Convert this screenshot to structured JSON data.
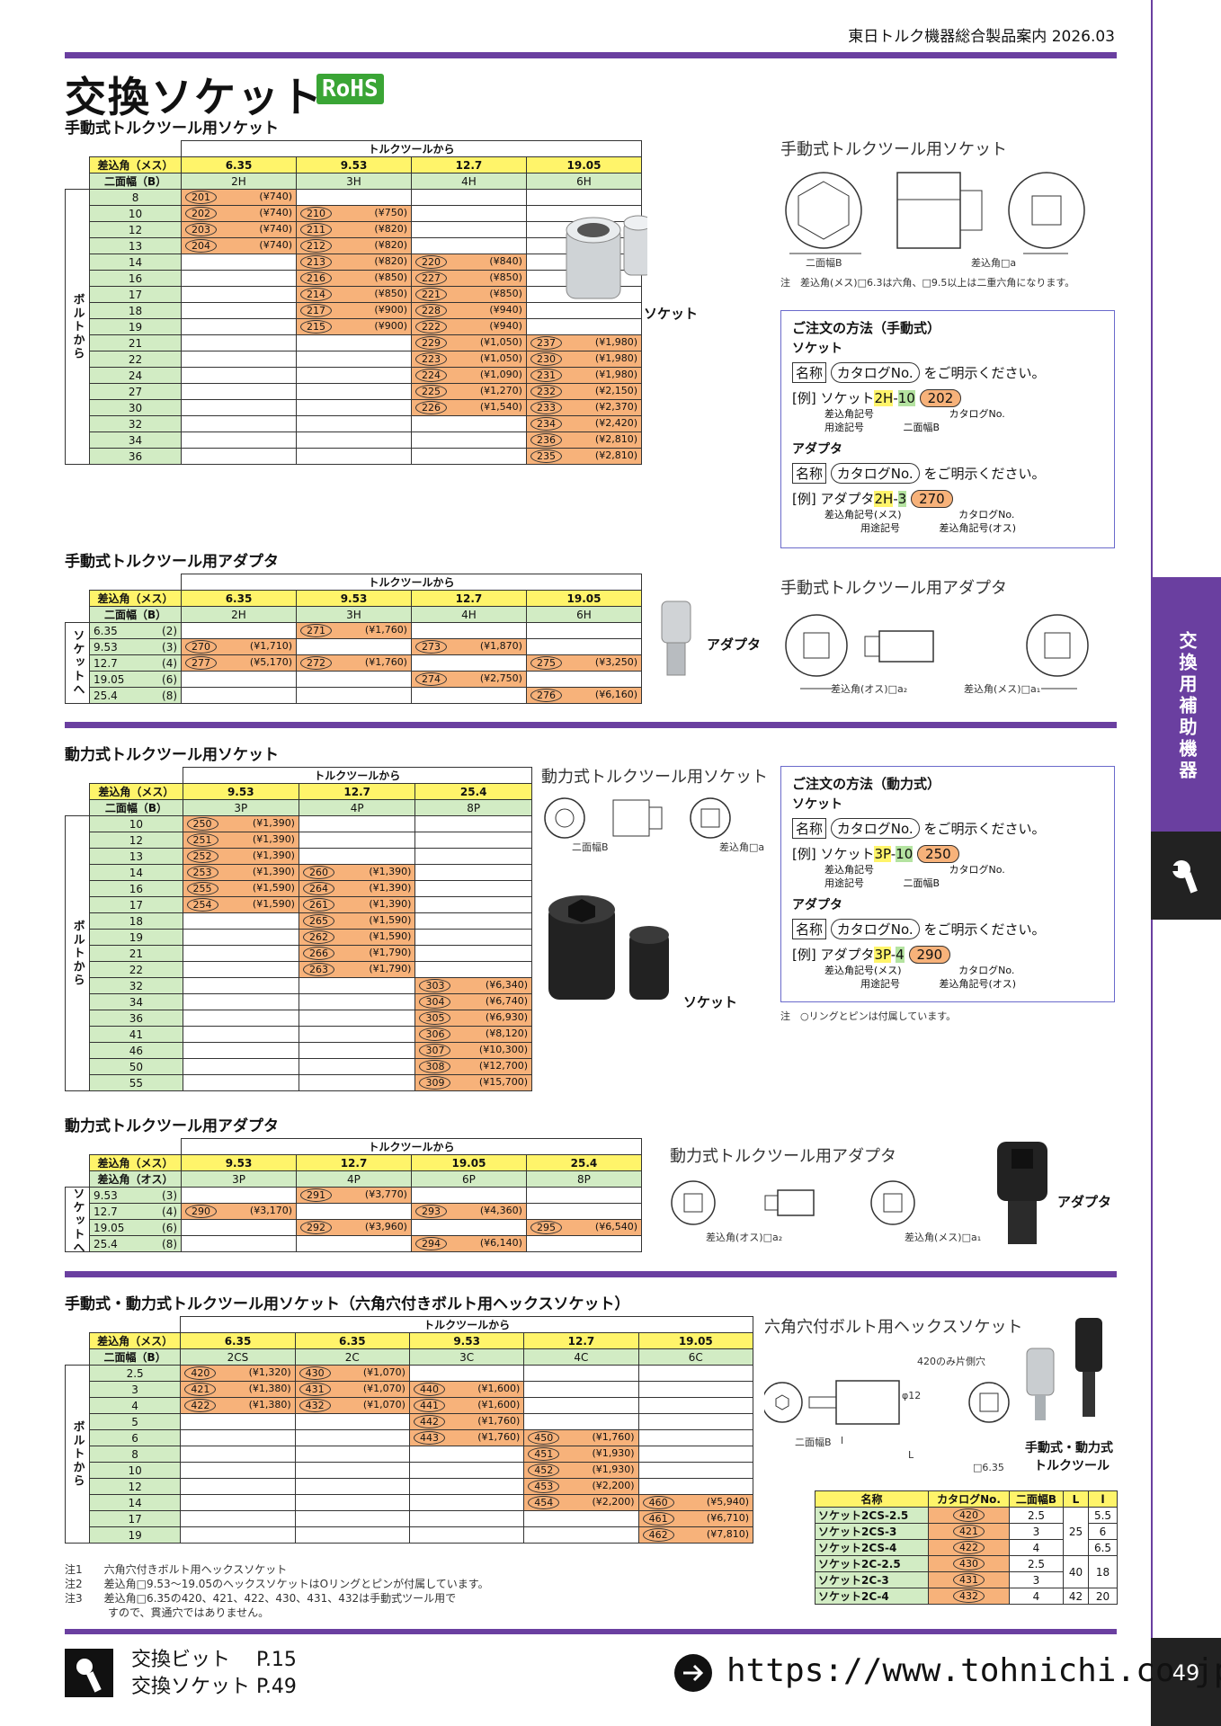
{
  "header": {
    "catalog": "東日トルク機器総合製品案内 2026.03"
  },
  "page": {
    "title": "交換ソケット",
    "rohs": "RoHS",
    "number": "49"
  },
  "tab": {
    "label": "交換用補助機器"
  },
  "common": {
    "from_tool": "トルクツールから",
    "insert_female": "差込角（メス）",
    "insert_male": "差込角（オス）",
    "width_b": "二面幅（B）",
    "from_bolt": "ボルトから",
    "to_socket": "ソケットへ"
  },
  "sec1": {
    "title": "手動式トルクツール用ソケット",
    "cols": [
      {
        "size": "6.35",
        "code": "2H"
      },
      {
        "size": "9.53",
        "code": "3H"
      },
      {
        "size": "12.7",
        "code": "4H"
      },
      {
        "size": "19.05",
        "code": "6H"
      }
    ],
    "rows": [
      {
        "b": "8",
        "c": [
          [
            "201",
            "(¥740)"
          ],
          null,
          null,
          null
        ]
      },
      {
        "b": "10",
        "c": [
          [
            "202",
            "(¥740)"
          ],
          [
            "210",
            "(¥750)"
          ],
          null,
          null
        ]
      },
      {
        "b": "12",
        "c": [
          [
            "203",
            "(¥740)"
          ],
          [
            "211",
            "(¥820)"
          ],
          null,
          null
        ]
      },
      {
        "b": "13",
        "c": [
          [
            "204",
            "(¥740)"
          ],
          [
            "212",
            "(¥820)"
          ],
          null,
          null
        ]
      },
      {
        "b": "14",
        "c": [
          null,
          [
            "213",
            "(¥820)"
          ],
          [
            "220",
            "(¥840)"
          ],
          null
        ]
      },
      {
        "b": "16",
        "c": [
          null,
          [
            "216",
            "(¥850)"
          ],
          [
            "227",
            "(¥850)"
          ],
          null
        ]
      },
      {
        "b": "17",
        "c": [
          null,
          [
            "214",
            "(¥850)"
          ],
          [
            "221",
            "(¥850)"
          ],
          null
        ]
      },
      {
        "b": "18",
        "c": [
          null,
          [
            "217",
            "(¥900)"
          ],
          [
            "228",
            "(¥940)"
          ],
          null
        ]
      },
      {
        "b": "19",
        "c": [
          null,
          [
            "215",
            "(¥900)"
          ],
          [
            "222",
            "(¥940)"
          ],
          null
        ]
      },
      {
        "b": "21",
        "c": [
          null,
          null,
          [
            "229",
            "(¥1,050)"
          ],
          [
            "237",
            "(¥1,980)"
          ]
        ]
      },
      {
        "b": "22",
        "c": [
          null,
          null,
          [
            "223",
            "(¥1,050)"
          ],
          [
            "230",
            "(¥1,980)"
          ]
        ]
      },
      {
        "b": "24",
        "c": [
          null,
          null,
          [
            "224",
            "(¥1,090)"
          ],
          [
            "231",
            "(¥1,980)"
          ]
        ]
      },
      {
        "b": "27",
        "c": [
          null,
          null,
          [
            "225",
            "(¥1,270)"
          ],
          [
            "232",
            "(¥2,150)"
          ]
        ]
      },
      {
        "b": "30",
        "c": [
          null,
          null,
          [
            "226",
            "(¥1,540)"
          ],
          [
            "233",
            "(¥2,370)"
          ]
        ]
      },
      {
        "b": "32",
        "c": [
          null,
          null,
          null,
          [
            "234",
            "(¥2,420)"
          ]
        ]
      },
      {
        "b": "34",
        "c": [
          null,
          null,
          null,
          [
            "236",
            "(¥2,810)"
          ]
        ]
      },
      {
        "b": "36",
        "c": [
          null,
          null,
          null,
          [
            "235",
            "(¥2,810)"
          ]
        ]
      }
    ],
    "product_label": "ソケット",
    "diagram_title": "手動式トルクツール用ソケット",
    "diagram_b": "二面幅B",
    "diagram_a": "差込角□a",
    "note": "注　差込角(メス)□6.3は六角、□9.5以上は二重六角になります。"
  },
  "order_manual": {
    "title": "ご注文の方法（手動式）",
    "socket": "ソケット",
    "name_box": "名称",
    "catalog_oval": "カタログNo.",
    "specify": "をご明示ください。",
    "ex_socket_prefix": "[例] ソケット",
    "ex_socket_code_a": "2H",
    "ex_socket_dash": "-",
    "ex_socket_code_b": "10",
    "ex_socket_no": "202",
    "lbl_insert": "差込角記号",
    "lbl_use": "用途記号",
    "lbl_width": "二面幅B",
    "lbl_catalog": "カタログNo.",
    "adapter": "アダプタ",
    "ex_adapter_prefix": "[例] アダプタ",
    "ex_adapter_code_a": "2H",
    "ex_adapter_code_b": "3",
    "ex_adapter_no": "270",
    "lbl_insert_f": "差込角記号(メス)",
    "lbl_insert_m": "差込角記号(オス)"
  },
  "sec2": {
    "title": "手動式トルクツール用アダプタ",
    "cols": [
      {
        "size": "6.35",
        "code": "2H"
      },
      {
        "size": "9.53",
        "code": "3H"
      },
      {
        "size": "12.7",
        "code": "4H"
      },
      {
        "size": "19.05",
        "code": "6H"
      }
    ],
    "rows": [
      {
        "b": "6.35",
        "k": "(2)",
        "c": [
          null,
          [
            "271",
            "(¥1,760)"
          ],
          null,
          null
        ]
      },
      {
        "b": "9.53",
        "k": "(3)",
        "c": [
          [
            "270",
            "(¥1,710)"
          ],
          null,
          [
            "273",
            "(¥1,870)"
          ],
          null
        ]
      },
      {
        "b": "12.7",
        "k": "(4)",
        "c": [
          [
            "277",
            "(¥5,170)"
          ],
          [
            "272",
            "(¥1,760)"
          ],
          null,
          [
            "275",
            "(¥3,250)"
          ]
        ]
      },
      {
        "b": "19.05",
        "k": "(6)",
        "c": [
          null,
          null,
          [
            "274",
            "(¥2,750)"
          ],
          null
        ]
      },
      {
        "b": "25.4",
        "k": "(8)",
        "c": [
          null,
          null,
          null,
          [
            "276",
            "(¥6,160)"
          ]
        ]
      }
    ],
    "product_label": "アダプタ",
    "diagram_title": "手動式トルクツール用アダプタ",
    "diagram_a2": "差込角(オス)□a₂",
    "diagram_a1": "差込角(メス)□a₁"
  },
  "sec3": {
    "title": "動力式トルクツール用ソケット",
    "cols": [
      {
        "size": "9.53",
        "code": "3P"
      },
      {
        "size": "12.7",
        "code": "4P"
      },
      {
        "size": "25.4",
        "code": "8P"
      }
    ],
    "rows": [
      {
        "b": "10",
        "c": [
          [
            "250",
            "(¥1,390)"
          ],
          null,
          null
        ]
      },
      {
        "b": "12",
        "c": [
          [
            "251",
            "(¥1,390)"
          ],
          null,
          null
        ]
      },
      {
        "b": "13",
        "c": [
          [
            "252",
            "(¥1,390)"
          ],
          null,
          null
        ]
      },
      {
        "b": "14",
        "c": [
          [
            "253",
            "(¥1,390)"
          ],
          [
            "260",
            "(¥1,390)"
          ],
          null
        ]
      },
      {
        "b": "16",
        "c": [
          [
            "255",
            "(¥1,590)"
          ],
          [
            "264",
            "(¥1,390)"
          ],
          null
        ]
      },
      {
        "b": "17",
        "c": [
          [
            "254",
            "(¥1,590)"
          ],
          [
            "261",
            "(¥1,390)"
          ],
          null
        ]
      },
      {
        "b": "18",
        "c": [
          null,
          [
            "265",
            "(¥1,590)"
          ],
          null
        ]
      },
      {
        "b": "19",
        "c": [
          null,
          [
            "262",
            "(¥1,590)"
          ],
          null
        ]
      },
      {
        "b": "21",
        "c": [
          null,
          [
            "266",
            "(¥1,790)"
          ],
          null
        ]
      },
      {
        "b": "22",
        "c": [
          null,
          [
            "263",
            "(¥1,790)"
          ],
          null
        ]
      },
      {
        "b": "32",
        "c": [
          null,
          null,
          [
            "303",
            "(¥6,340)"
          ]
        ]
      },
      {
        "b": "34",
        "c": [
          null,
          null,
          [
            "304",
            "(¥6,740)"
          ]
        ]
      },
      {
        "b": "36",
        "c": [
          null,
          null,
          [
            "305",
            "(¥6,930)"
          ]
        ]
      },
      {
        "b": "41",
        "c": [
          null,
          null,
          [
            "306",
            "(¥8,120)"
          ]
        ]
      },
      {
        "b": "46",
        "c": [
          null,
          null,
          [
            "307",
            "(¥10,300)"
          ]
        ]
      },
      {
        "b": "50",
        "c": [
          null,
          null,
          [
            "308",
            "(¥12,700)"
          ]
        ]
      },
      {
        "b": "55",
        "c": [
          null,
          null,
          [
            "309",
            "(¥15,700)"
          ]
        ]
      }
    ],
    "product_label": "ソケット",
    "diagram_title": "動力式トルクツール用ソケット",
    "diagram_b": "二面幅B",
    "diagram_a": "差込角□a"
  },
  "order_power": {
    "title": "ご注文の方法（動力式）",
    "socket": "ソケット",
    "name_box": "名称",
    "catalog_oval": "カタログNo.",
    "specify": "をご明示ください。",
    "ex_socket_prefix": "[例] ソケット",
    "ex_socket_code_a": "3P",
    "ex_socket_dash": "-",
    "ex_socket_code_b": "10",
    "ex_socket_no": "250",
    "lbl_insert": "差込角記号",
    "lbl_use": "用途記号",
    "lbl_width": "二面幅B",
    "lbl_catalog": "カタログNo.",
    "adapter": "アダプタ",
    "ex_adapter_prefix": "[例] アダプタ",
    "ex_adapter_code_a": "3P",
    "ex_adapter_code_b": "4",
    "ex_adapter_no": "290",
    "lbl_insert_f": "差込角記号(メス)",
    "lbl_insert_m": "差込角記号(オス)",
    "note": "注　○リングとピンは付属しています。"
  },
  "sec4": {
    "title": "動力式トルクツール用アダプタ",
    "cols": [
      {
        "size": "9.53",
        "code": "3P"
      },
      {
        "size": "12.7",
        "code": "4P"
      },
      {
        "size": "19.05",
        "code": "6P"
      },
      {
        "size": "25.4",
        "code": "8P"
      }
    ],
    "rows": [
      {
        "b": "9.53",
        "k": "(3)",
        "c": [
          null,
          [
            "291",
            "(¥3,770)"
          ],
          null,
          null
        ]
      },
      {
        "b": "12.7",
        "k": "(4)",
        "c": [
          [
            "290",
            "(¥3,170)"
          ],
          null,
          [
            "293",
            "(¥4,360)"
          ],
          null
        ]
      },
      {
        "b": "19.05",
        "k": "(6)",
        "c": [
          null,
          [
            "292",
            "(¥3,960)"
          ],
          null,
          [
            "295",
            "(¥6,540)"
          ]
        ]
      },
      {
        "b": "25.4",
        "k": "(8)",
        "c": [
          null,
          null,
          [
            "294",
            "(¥6,140)"
          ],
          null
        ]
      }
    ],
    "product_label": "アダプタ",
    "diagram_title": "動力式トルクツール用アダプタ",
    "diagram_a2": "差込角(オス)□a₂",
    "diagram_a1": "差込角(メス)□a₁"
  },
  "sec5": {
    "title": "手動式・動力式トルクツール用ソケット（六角穴付きボルト用ヘックスソケット）",
    "cols": [
      {
        "size": "6.35",
        "code": "2CS"
      },
      {
        "size": "6.35",
        "code": "2C"
      },
      {
        "size": "9.53",
        "code": "3C"
      },
      {
        "size": "12.7",
        "code": "4C"
      },
      {
        "size": "19.05",
        "code": "6C"
      }
    ],
    "rows": [
      {
        "b": "2.5",
        "c": [
          [
            "420",
            "(¥1,320)"
          ],
          [
            "430",
            "(¥1,070)"
          ],
          null,
          null,
          null
        ]
      },
      {
        "b": "3",
        "c": [
          [
            "421",
            "(¥1,380)"
          ],
          [
            "431",
            "(¥1,070)"
          ],
          [
            "440",
            "(¥1,600)"
          ],
          null,
          null
        ]
      },
      {
        "b": "4",
        "c": [
          [
            "422",
            "(¥1,380)"
          ],
          [
            "432",
            "(¥1,070)"
          ],
          [
            "441",
            "(¥1,600)"
          ],
          null,
          null
        ]
      },
      {
        "b": "5",
        "c": [
          null,
          null,
          [
            "442",
            "(¥1,760)"
          ],
          null,
          null
        ]
      },
      {
        "b": "6",
        "c": [
          null,
          null,
          [
            "443",
            "(¥1,760)"
          ],
          [
            "450",
            "(¥1,760)"
          ],
          null
        ]
      },
      {
        "b": "8",
        "c": [
          null,
          null,
          null,
          [
            "451",
            "(¥1,930)"
          ],
          null
        ]
      },
      {
        "b": "10",
        "c": [
          null,
          null,
          null,
          [
            "452",
            "(¥1,930)"
          ],
          null
        ]
      },
      {
        "b": "12",
        "c": [
          null,
          null,
          null,
          [
            "453",
            "(¥2,200)"
          ],
          null
        ]
      },
      {
        "b": "14",
        "c": [
          null,
          null,
          null,
          [
            "454",
            "(¥2,200)"
          ],
          [
            "460",
            "(¥5,940)"
          ]
        ]
      },
      {
        "b": "17",
        "c": [
          null,
          null,
          null,
          null,
          [
            "461",
            "(¥6,710)"
          ]
        ]
      },
      {
        "b": "19",
        "c": [
          null,
          null,
          null,
          null,
          [
            "462",
            "(¥7,810)"
          ]
        ]
      }
    ],
    "diagram_title": "六角穴付ボルト用ヘックスソケット",
    "diagram_420": "420のみ片側穴",
    "diagram_b": "二面幅B",
    "diagram_d": "φ12",
    "diagram_sq": "□6.35",
    "diagram_l": "l",
    "diagram_L": "L",
    "product_label_1": "手動式・動力式",
    "product_label_2": "トルクツール",
    "notes": [
      "注1　　六角穴付きボルト用ヘックスソケット",
      "注2　　差込角□9.53～19.05のヘックスソケットはOリングとピンが付属しています。",
      "注3　　差込角□6.35の420、421、422、430、431、432は手動式ツール用で",
      "　　　　すので、貫通穴ではありません。"
    ],
    "mini_headers": [
      "名称",
      "カタログNo.",
      "二面幅B",
      "L",
      "l"
    ],
    "mini_rows": [
      {
        "name": "ソケット2CS-2.5",
        "no": "420",
        "b": "2.5",
        "l": "5.5"
      },
      {
        "name": "ソケット2CS-3",
        "no": "421",
        "b": "3",
        "l": "6"
      },
      {
        "name": "ソケット2CS-4",
        "no": "422",
        "b": "4",
        "l": "6.5"
      },
      {
        "name": "ソケット2C-2.5",
        "no": "430",
        "b": "2.5",
        "l": "18"
      },
      {
        "name": "ソケット2C-3",
        "no": "431",
        "b": "3",
        "l": ""
      },
      {
        "name": "ソケット2C-4",
        "no": "432",
        "b": "4",
        "l": "20"
      }
    ],
    "mini_L": [
      "25",
      "40",
      "42"
    ]
  },
  "footer": {
    "link1_label": "交換ビット",
    "link1_page": "P.15",
    "link2_label": "交換ソケット",
    "link2_page": "P.49",
    "url": "https://www.tohnichi.co.jp"
  },
  "colors": {
    "accent": "#6a3fa0",
    "yellow": "#fff46a",
    "green": "#d2ecc4",
    "orange": "#f7b27a"
  }
}
